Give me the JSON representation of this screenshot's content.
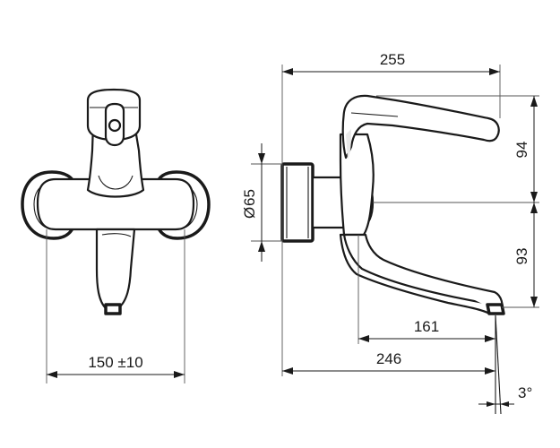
{
  "dimensions": {
    "mount_distance": "150 ±10",
    "total_projection": "255",
    "handle_height": "94",
    "spout_height": "93",
    "body_diameter": "65",
    "spout_projection": "161",
    "outlet_projection": "246",
    "outlet_angle": "3°"
  },
  "symbols": {
    "diameter": "Ø"
  }
}
